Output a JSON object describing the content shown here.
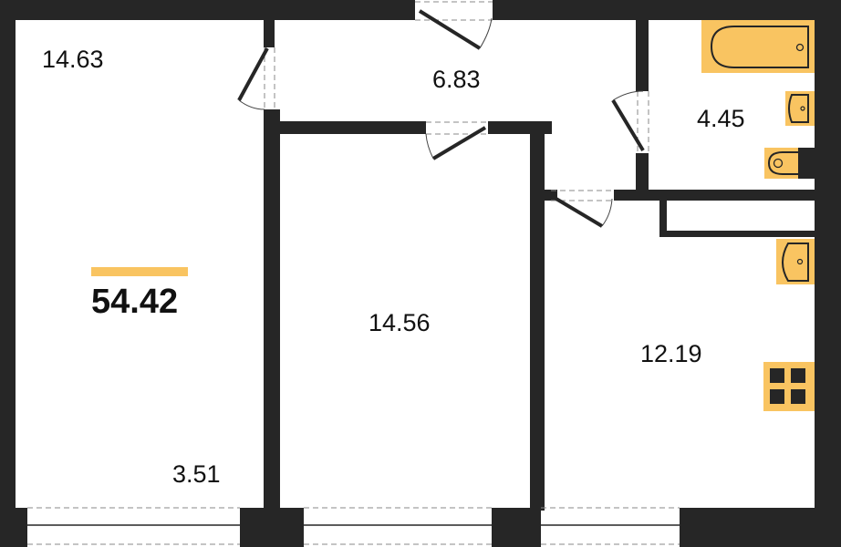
{
  "plan": {
    "total_area": "54.42",
    "accent_color": "#F9C461",
    "wall_color": "#262626",
    "rooms": [
      {
        "id": "room-left",
        "area": "14.63"
      },
      {
        "id": "hallway",
        "area": "6.83"
      },
      {
        "id": "bathroom",
        "area": "4.45"
      },
      {
        "id": "room-middle",
        "area": "14.56"
      },
      {
        "id": "kitchen",
        "area": "12.19"
      },
      {
        "id": "balcony",
        "area": "3.51"
      }
    ],
    "fixtures": [
      "bathtub",
      "bathroom-sink",
      "toilet",
      "kitchen-sink",
      "stove"
    ]
  }
}
